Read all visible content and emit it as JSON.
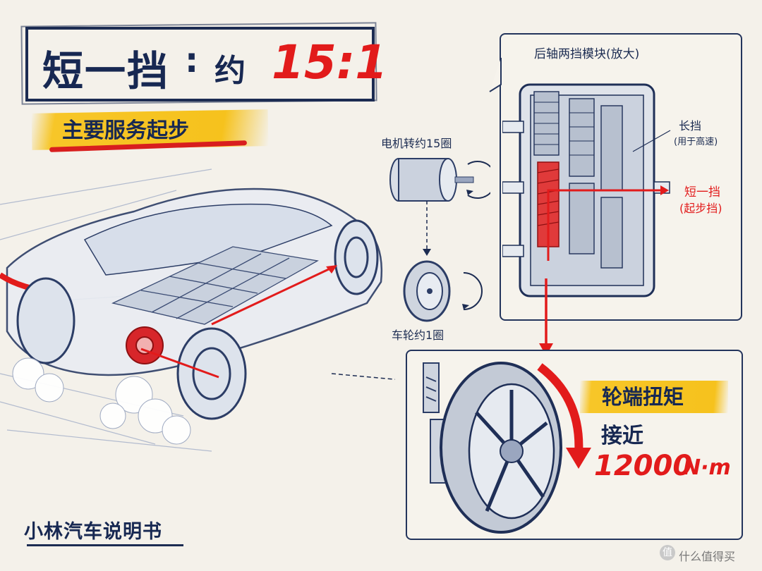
{
  "title": {
    "main": "短一挡",
    "colon": ":",
    "approx": "约",
    "ratio": "15:1"
  },
  "subtitle": "主要服务起步",
  "footer": "小林汽车说明书",
  "zoom_panel": {
    "title": "后轴两挡模块(放大)",
    "high_gear": "长挡",
    "high_gear_note": "(用于高速)",
    "short_gear": "短一挡",
    "short_gear_note": "(起步挡)"
  },
  "motor_label": "电机转约15圈",
  "wheel_label": "车轮约1圈",
  "torque": {
    "label": "轮端扭矩",
    "approach": "接近",
    "value": "12000",
    "unit": "N·m"
  },
  "watermark": {
    "icon": "值",
    "text": "什么值得买"
  },
  "colors": {
    "navy": "#1c2c52",
    "red": "#e21b1b",
    "yellow": "#f6c21d",
    "paper": "#f4f1ea"
  },
  "icons": [
    "motor-icon",
    "rotation-arrow-icon",
    "wheel-icon",
    "gearbox-icon",
    "car-illustration",
    "tire-illustration"
  ]
}
